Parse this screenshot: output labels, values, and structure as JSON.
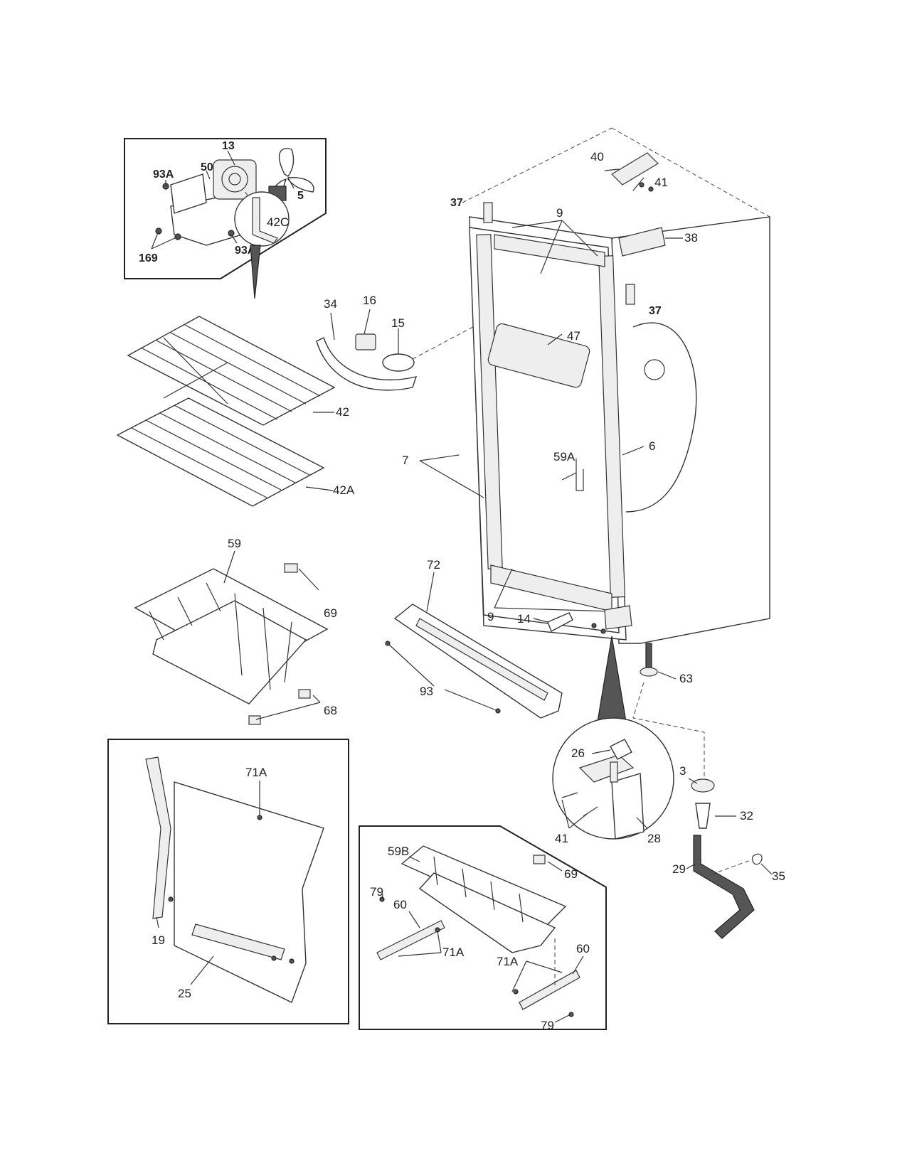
{
  "callouts": {
    "c13": "13",
    "c50": "50",
    "c93a_1": "93A",
    "c5": "5",
    "c169": "169",
    "c93a_2": "93A",
    "c42c": "42C",
    "c34": "34",
    "c16": "16",
    "c15": "15",
    "c42": "42",
    "c42a": "42A",
    "c40": "40",
    "c41_top": "41",
    "c38": "38",
    "c37_left": "37",
    "c37_right": "37",
    "c9_top": "9",
    "c47": "47",
    "c59a": "59A",
    "c7": "7",
    "c6": "6",
    "c9_bottom": "9",
    "c59": "59",
    "c69": "69",
    "c68": "68",
    "c72": "72",
    "c93": "93",
    "c14": "14",
    "c63": "63",
    "c71a_panel": "71A",
    "c19": "19",
    "c25": "25",
    "c26": "26",
    "c41_hinge": "41",
    "c28": "28",
    "c3": "3",
    "c32": "32",
    "c29": "29",
    "c35": "35",
    "c59b": "59B",
    "c69_b": "69",
    "c79_left": "79",
    "c60_left": "60",
    "c71a_left": "71A",
    "c60_right": "60",
    "c71a_right": "71A",
    "c79_right": "79"
  }
}
